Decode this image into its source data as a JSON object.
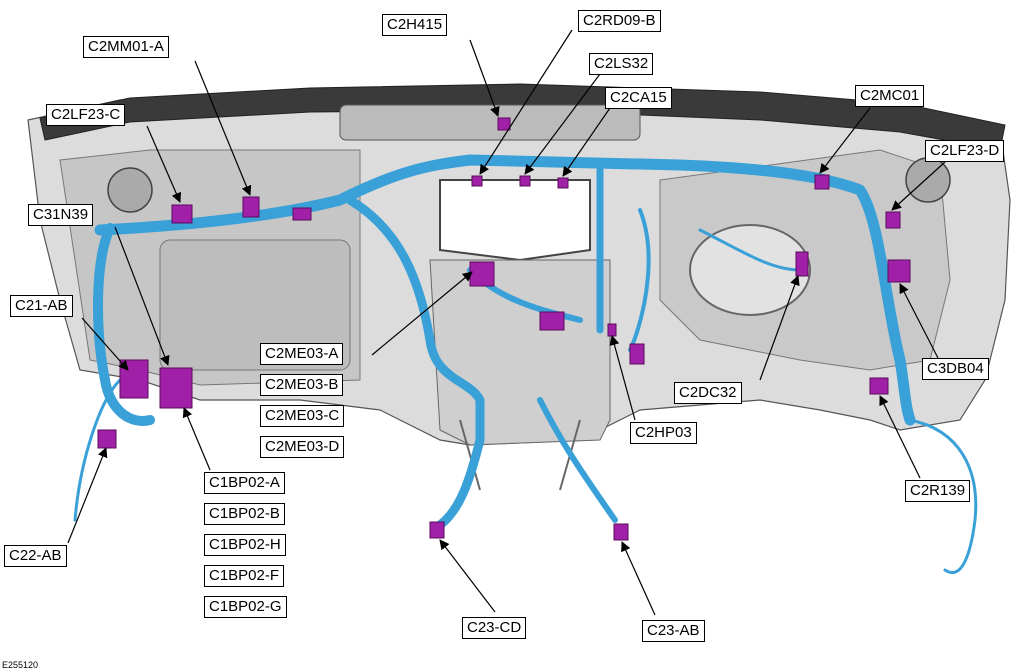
{
  "figure": {
    "figure_id": "E255120",
    "background_color": "#ffffff",
    "harness_color": "#3aa0d8",
    "connector_color": "#a020a8",
    "dashboard_color": "#d2d2d2"
  },
  "callouts": {
    "C2H415": "C2H415",
    "C2RD09_B": "C2RD09-B",
    "C2MM01_A": "C2MM01-A",
    "C2LS32": "C2LS32",
    "C2CA15": "C2CA15",
    "C2LF23_C": "C2LF23-C",
    "C2MC01": "C2MC01",
    "C2LF23_D": "C2LF23-D",
    "C31N39": "C31N39",
    "C21_AB": "C21-AB",
    "C2ME03_A": "C2ME03-A",
    "C2ME03_B": "C2ME03-B",
    "C2ME03_C": "C2ME03-C",
    "C2ME03_D": "C2ME03-D",
    "C2DC32": "C2DC32",
    "C3DB04": "C3DB04",
    "C2HP03": "C2HP03",
    "C2R139": "C2R139",
    "C1BP02_A": "C1BP02-A",
    "C1BP02_B": "C1BP02-B",
    "C1BP02_H": "C1BP02-H",
    "C1BP02_F": "C1BP02-F",
    "C1BP02_G": "C1BP02-G",
    "C22_AB": "C22-AB",
    "C23_CD": "C23-CD",
    "C23_AB": "C23-AB"
  }
}
